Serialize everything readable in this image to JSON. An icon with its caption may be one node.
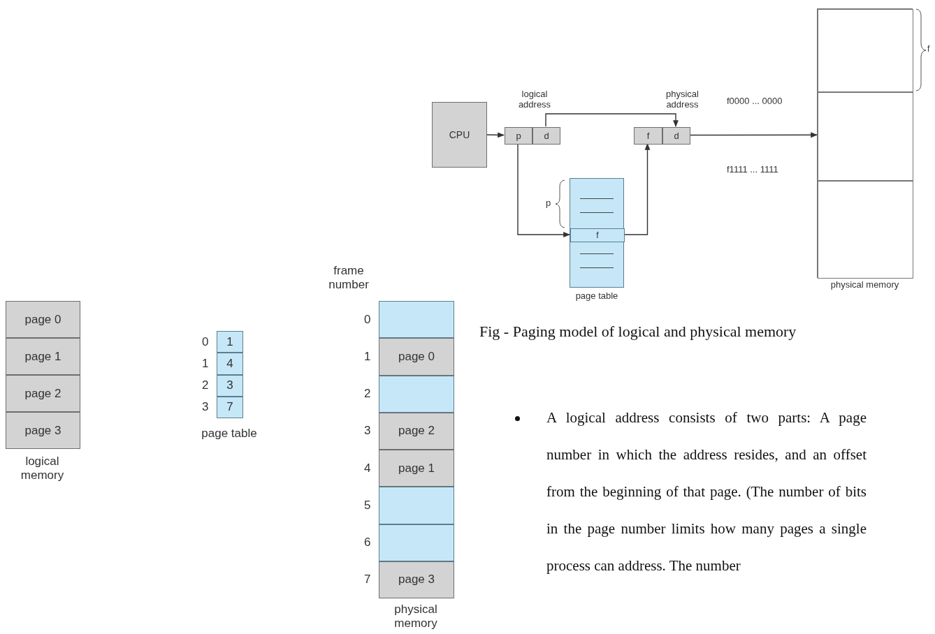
{
  "diagram": {
    "caption": "Fig - Paging model of logical and physical memory",
    "nodes": [
      {
        "text": [
          "CPU"
        ]
      },
      {
        "text": [
          "logical address"
        ]
      },
      {
        "text": [
          "p"
        ],
        "in": 1
      },
      {
        "text": [
          "d"
        ],
        "in": 1
      },
      {
        "text": [
          "physical address"
        ]
      },
      {
        "text": [
          "f"
        ],
        "in": 4
      },
      {
        "text": [
          "d"
        ],
        "in": 4
      },
      {
        "text": [
          "page table"
        ]
      },
      {
        "text": [
          "f"
        ],
        "in": 7
      },
      {
        "text": [
          "physical memory"
        ]
      },
      {
        "text": [],
        "shape": "box",
        "in": 9
      },
      {
        "text": [],
        "shape": "box",
        "in": 9
      },
      {
        "text": [],
        "shape": "box",
        "in": 9
      },
      {
        "text": [
          "logical memory"
        ]
      },
      {
        "text": [
          "page 0"
        ],
        "in": 13
      },
      {
        "text": [
          "page 1"
        ],
        "in": 13
      },
      {
        "text": [
          "page 2"
        ],
        "in": 13
      },
      {
        "text": [
          "page 3"
        ],
        "in": 13
      },
      {
        "text": [
          "page table"
        ]
      },
      {
        "text": [
          "1"
        ],
        "in": 18,
        "beside": [
          "0"
        ]
      },
      {
        "text": [
          "4"
        ],
        "in": 18,
        "beside": [
          "1"
        ]
      },
      {
        "text": [
          "3"
        ],
        "in": 18,
        "beside": [
          "2"
        ]
      },
      {
        "text": [
          "7"
        ],
        "in": 18,
        "beside": [
          "3"
        ]
      },
      {
        "text": [
          "physical memory"
        ]
      },
      {
        "text": [],
        "shape": "box",
        "in": 23,
        "beside": [
          "0"
        ]
      },
      {
        "text": [
          "page 0"
        ],
        "in": 23,
        "beside": [
          "1"
        ]
      },
      {
        "text": [],
        "shape": "box",
        "in": 23,
        "beside": [
          "2"
        ]
      },
      {
        "text": [
          "page 2"
        ],
        "in": 23,
        "beside": [
          "3"
        ]
      },
      {
        "text": [
          "page 1"
        ],
        "in": 23,
        "beside": [
          "4"
        ]
      },
      {
        "text": [],
        "shape": "box",
        "in": 23,
        "beside": [
          "5"
        ]
      },
      {
        "text": [],
        "shape": "box",
        "in": 23,
        "beside": [
          "6"
        ]
      },
      {
        "text": [
          "page 3"
        ],
        "in": 23,
        "beside": [
          "7"
        ]
      }
    ],
    "edges": [
      {
        "from": 0,
        "to": 1,
        "arrow": "to"
      },
      {
        "from": 2,
        "to": 8,
        "arrow": "to"
      },
      {
        "from": 3,
        "to": 6,
        "arrow": "to"
      },
      {
        "from": 8,
        "to": 5,
        "arrow": "to"
      },
      {
        "from": 4,
        "to": 11,
        "arrow": "to"
      }
    ],
    "labels": [
      "f",
      "f0000 ... 0000",
      "f1111 ... 1111",
      "p",
      "frame number",
      "A logical address consists of two parts: A page number in which the address resides, and an offset from the beginning of that page. (The number of bits in the page number limits how many pages a single process can address. The number"
    ]
  }
}
